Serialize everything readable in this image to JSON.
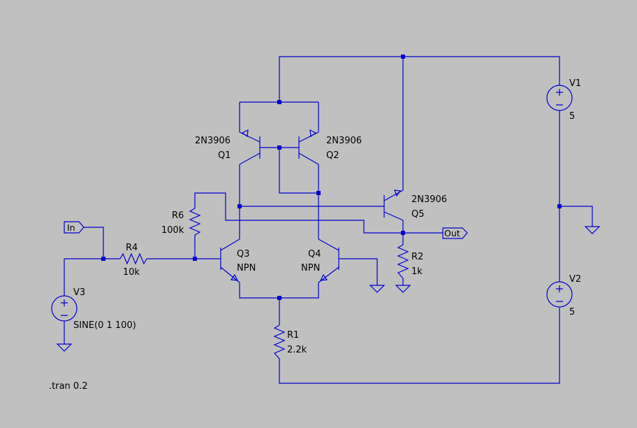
{
  "components": {
    "q1": {
      "ref": "Q1",
      "model": "2N3906"
    },
    "q2": {
      "ref": "Q2",
      "model": "2N3906"
    },
    "q3": {
      "ref": "Q3",
      "model": "NPN"
    },
    "q4": {
      "ref": "Q4",
      "model": "NPN"
    },
    "q5": {
      "ref": "Q5",
      "model": "2N3906"
    },
    "r1": {
      "ref": "R1",
      "value": "2.2k"
    },
    "r2": {
      "ref": "R2",
      "value": "1k"
    },
    "r4": {
      "ref": "R4",
      "value": "10k"
    },
    "r6": {
      "ref": "R6",
      "value": "100k"
    },
    "v1": {
      "ref": "V1",
      "value": "5"
    },
    "v2": {
      "ref": "V2",
      "value": "5"
    },
    "v3": {
      "ref": "V3",
      "value": "SINE(0 1 100)"
    }
  },
  "nets": {
    "in": "In",
    "out": "Out"
  },
  "directives": {
    "tran": ".tran 0.2"
  },
  "colors": {
    "wire": "#0000cd",
    "background": "#c0c0c0",
    "text": "#000000"
  }
}
